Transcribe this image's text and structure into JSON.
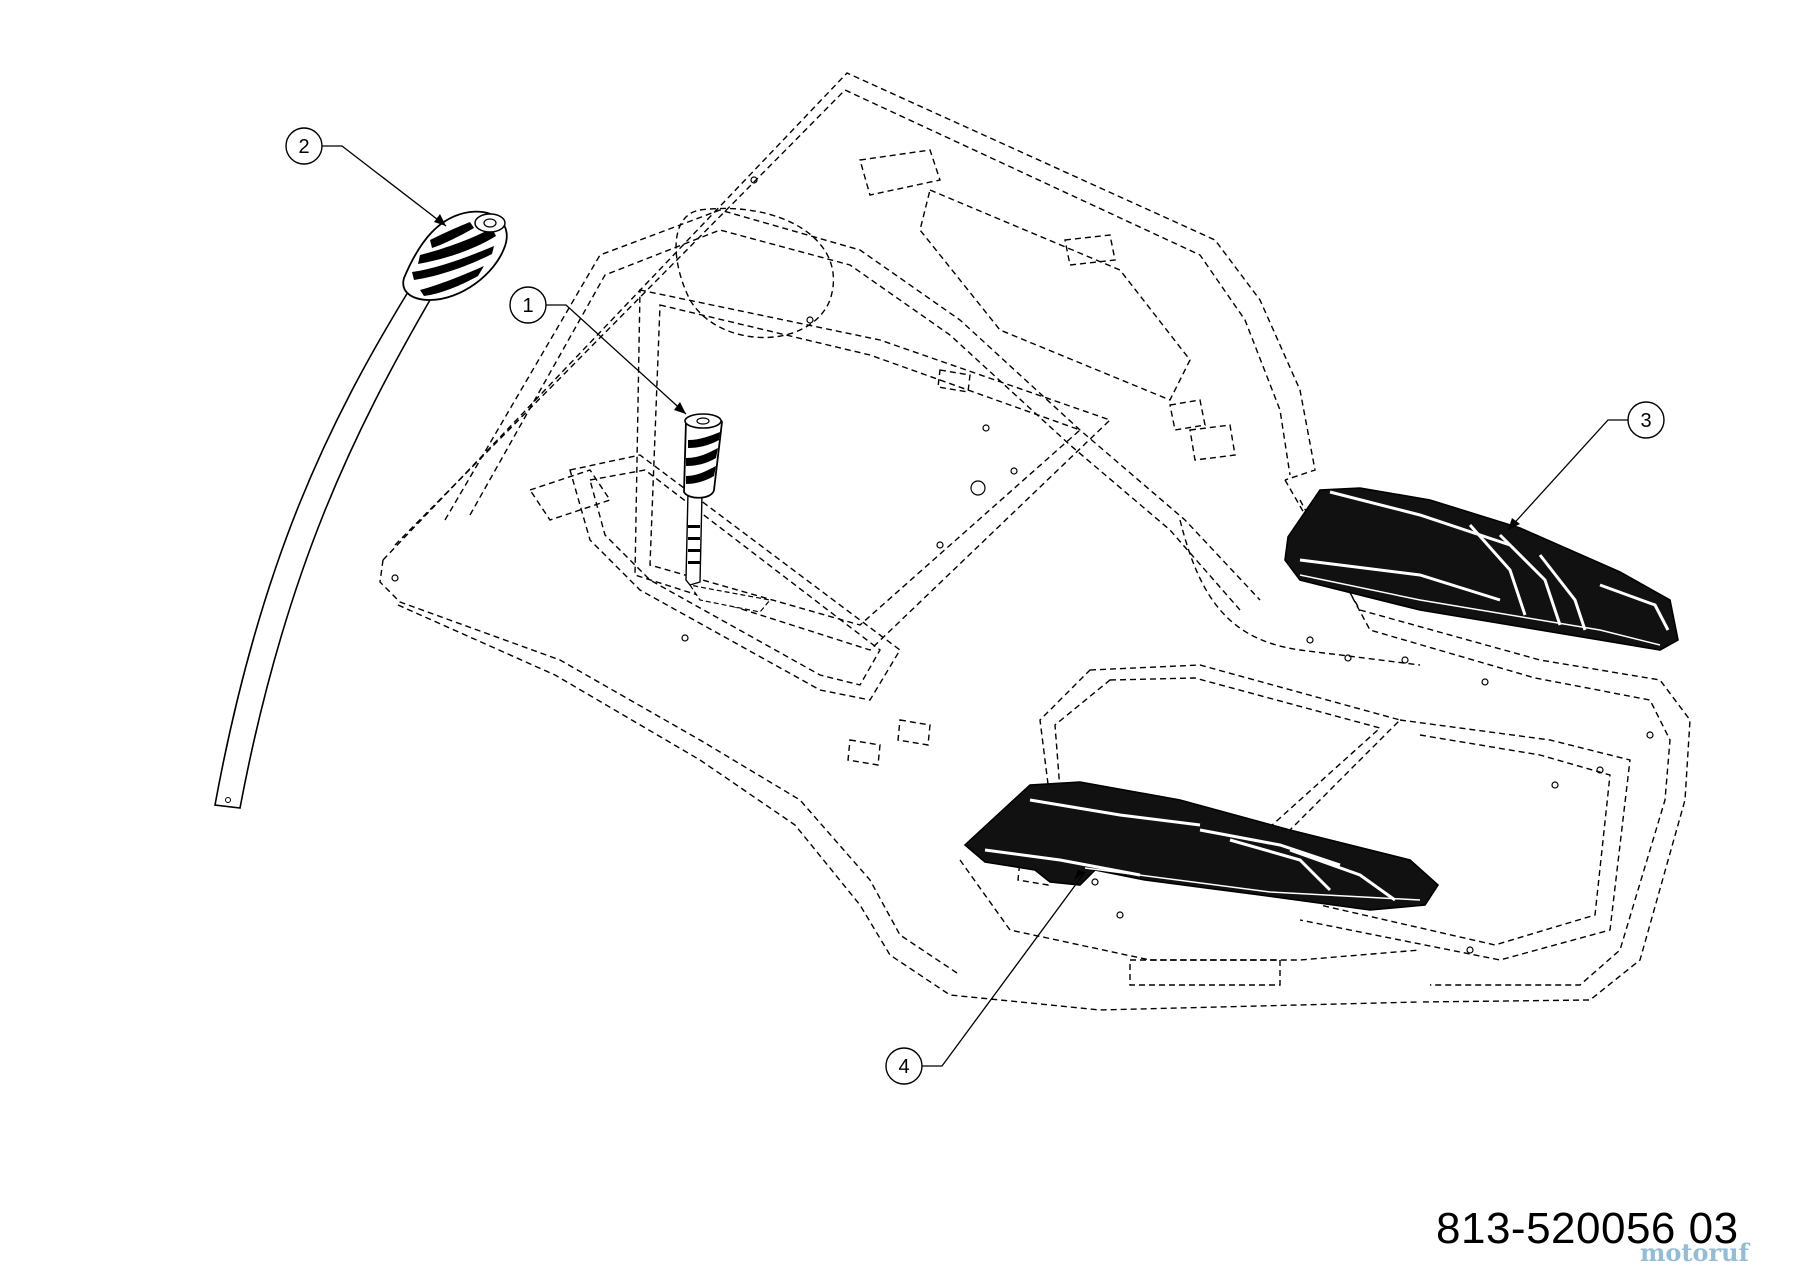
{
  "callouts": [
    {
      "id": "1",
      "label": "1"
    },
    {
      "id": "2",
      "label": "2"
    },
    {
      "id": "3",
      "label": "3"
    },
    {
      "id": "4",
      "label": "4"
    }
  ],
  "drawing_number": "813-520056 03",
  "watermark": "motoruf",
  "colors": {
    "line": "#000000",
    "part_fill": "#111111",
    "background": "#ffffff",
    "watermark": "#6fa7c9"
  }
}
